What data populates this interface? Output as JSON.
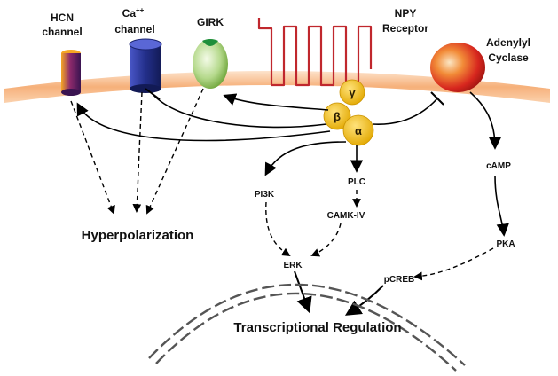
{
  "labels": {
    "hcn_line1": "HCN",
    "hcn_line2": "channel",
    "ca_line1": "Ca",
    "ca_superscript": "++",
    "ca_line2": "channel",
    "girk": "GIRK",
    "npy_line1": "NPY",
    "npy_line2": "Receptor",
    "ac_line1": "Adenylyl",
    "ac_line2": "Cyclase",
    "gamma": "γ",
    "beta": "β",
    "alpha": "α",
    "pi3k": "PI3K",
    "plc": "PLC",
    "camk": "CAMK-IV",
    "erk": "ERK",
    "camp": "cAMP",
    "pka": "PKA",
    "pcreb": "pCREB",
    "hyperpolarization": "Hyperpolarization",
    "transcriptional": "Transcriptional Regulation"
  },
  "colors": {
    "membrane": "#f6b07a",
    "g_protein": "#f2c21a",
    "receptor": "#c0272d",
    "ca_channel": "#2f3c9c",
    "girk": "#8bc34a",
    "adenylyl_cyclase": "#d7261e",
    "hcn_channel": "#6a1b6e"
  }
}
